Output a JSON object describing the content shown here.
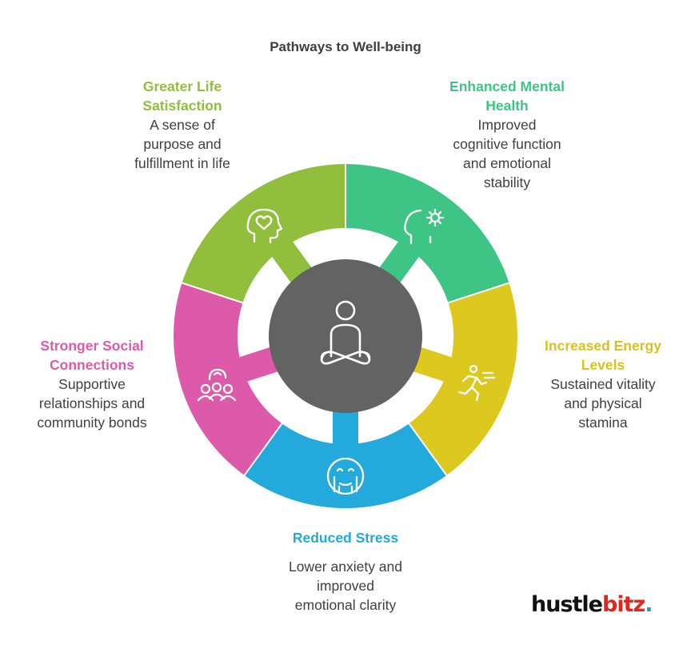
{
  "title": "Pathways to Well-being",
  "colors": {
    "life": "#91be3c",
    "mental": "#3ec585",
    "energy": "#dcc81e",
    "stress": "#24a9dc",
    "social": "#dd5aaa",
    "center": "#636363",
    "text": "#3f3f3f"
  },
  "segments": [
    {
      "id": "life",
      "heading_lines": [
        "Greater Life",
        "Satisfaction"
      ],
      "desc_lines": [
        "A sense of",
        "purpose and",
        "fulfillment in life"
      ],
      "icon": "head-heart-icon"
    },
    {
      "id": "mental",
      "heading_lines": [
        "Enhanced Mental",
        "Health"
      ],
      "desc_lines": [
        "Improved",
        "cognitive function",
        "and emotional",
        "stability"
      ],
      "icon": "head-gear-icon"
    },
    {
      "id": "energy",
      "heading_lines": [
        "Increased Energy",
        "Levels"
      ],
      "desc_lines": [
        "Sustained vitality",
        "and physical",
        "stamina"
      ],
      "icon": "running-person-icon"
    },
    {
      "id": "stress",
      "heading_lines": [
        "Reduced Stress"
      ],
      "desc_lines": [
        "Lower anxiety and",
        "improved",
        "emotional clarity"
      ],
      "icon": "relieved-face-icon"
    },
    {
      "id": "social",
      "heading_lines": [
        "Stronger Social",
        "Connections"
      ],
      "desc_lines": [
        "Supportive",
        "relationships and",
        "community bonds"
      ],
      "icon": "people-group-icon"
    }
  ],
  "center_icon": "meditating-person-icon",
  "brand": {
    "part1": "hustle",
    "part2": "bitz",
    "dot": "."
  }
}
